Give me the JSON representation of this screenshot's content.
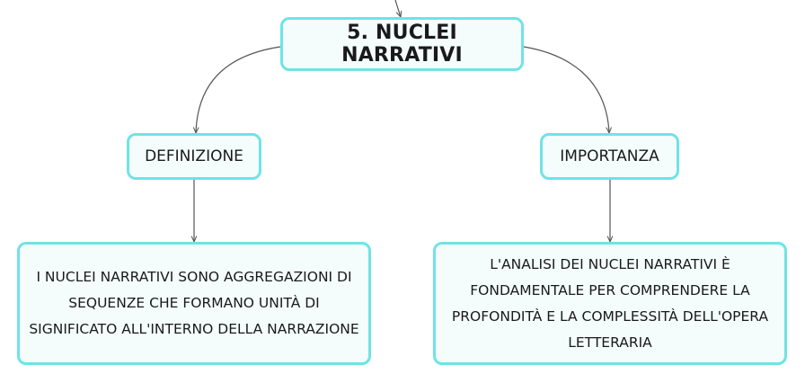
{
  "colors": {
    "node_border": "#6fe3e6",
    "node_fill": "#f4fcfc",
    "connector": "#555555"
  },
  "mindmap": {
    "root": {
      "label": "5. NUCLEI NARRATIVI"
    },
    "branches": [
      {
        "label": "DEFINIZIONE",
        "detail": "I NUCLEI NARRATIVI SONO AGGREGAZIONI DI SEQUENZE CHE FORMANO UNITÀ DI SIGNIFICATO ALL'INTERNO DELLA NARRAZIONE"
      },
      {
        "label": "IMPORTANZA",
        "detail": "L'ANALISI DEI NUCLEI NARRATIVI È FONDAMENTALE PER COMPRENDERE LA PROFONDITÀ E LA COMPLESSITÀ DELL'OPERA LETTERARIA"
      }
    ]
  }
}
